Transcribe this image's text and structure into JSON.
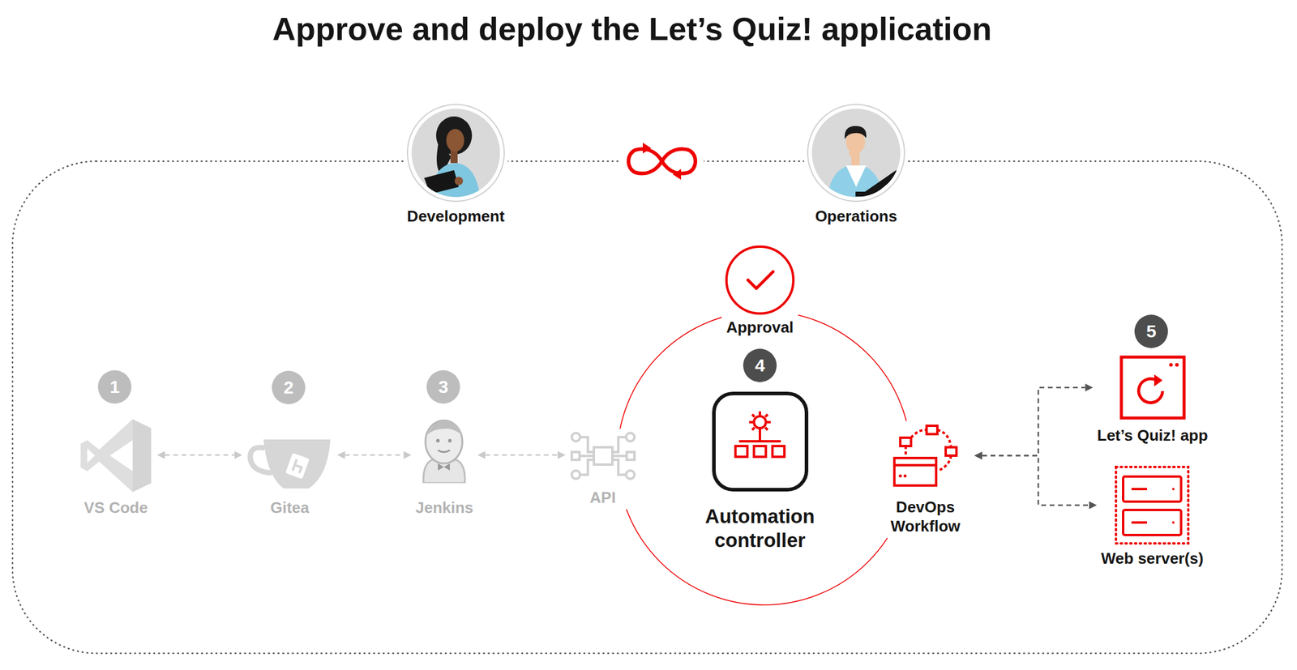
{
  "diagram": {
    "title": "Approve and deploy the Let’s Quiz! application",
    "nodes": [
      {
        "text": [
          "Development"
        ]
      },
      {
        "text": [
          "Operations"
        ]
      },
      {
        "text": [
          "Approval"
        ]
      },
      {
        "text": [
          "VS Code"
        ]
      },
      {
        "text": [
          "Gitea"
        ]
      },
      {
        "text": [
          "Jenkins"
        ]
      },
      {
        "text": [
          "API"
        ]
      },
      {
        "text": [
          "Automation controller"
        ]
      },
      {
        "text": [
          "DevOps Workflow"
        ]
      },
      {
        "text": [
          "Let’s Quiz! app"
        ]
      },
      {
        "text": [
          "Web server(s)"
        ]
      }
    ],
    "edges": [
      {
        "from": 3,
        "to": 4,
        "arrow": "both"
      },
      {
        "from": 4,
        "to": 5,
        "arrow": "both"
      },
      {
        "from": 5,
        "to": 6,
        "arrow": "both"
      },
      {
        "from": 8,
        "to": 9,
        "arrow": "both"
      },
      {
        "from": 8,
        "to": 10,
        "arrow": "both"
      }
    ],
    "labels": [
      "1",
      "2",
      "3",
      "4",
      "5"
    ]
  }
}
